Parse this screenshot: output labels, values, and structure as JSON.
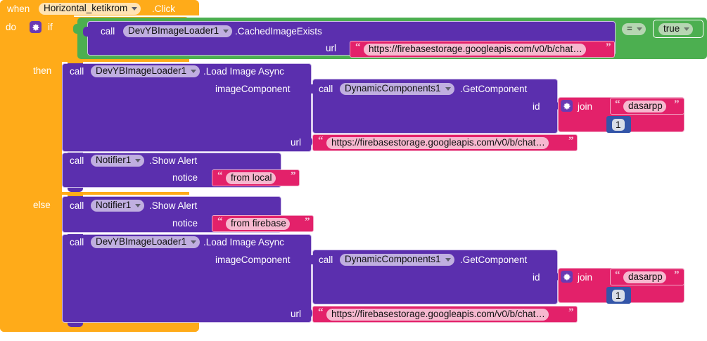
{
  "editor": {
    "kind": "mit-app-inventor-blocks",
    "background": "#ffffff"
  },
  "palette": {
    "event_block": "#ffab19",
    "event_block_dark": "#f59500",
    "control_block": "#ffab19",
    "logic_block": "#4caf50",
    "logic_block_dark": "#3f9e44",
    "method_block": "#5b2fae",
    "method_block_dark": "#4b2596",
    "text_block": "#e3216a",
    "text_block_dark": "#c61b5b",
    "math_block": "#3355a8",
    "field_white": "#ffffffa0",
    "field_text_pink": "#f6b8cf",
    "field_green": "#b6d6b2",
    "field_event": "#ffe3b4",
    "field_number": "#d8dde8",
    "gear_purple": "#6a3ab2"
  },
  "event": {
    "when": "when",
    "component": "Horizontal_ketikrom",
    "method": ".Click",
    "do": "do"
  },
  "control_if": {
    "if_label": "if",
    "then_label": "then",
    "else_label": "else",
    "gear_icon": "gear-icon"
  },
  "condition": {
    "operator": "=",
    "right_value": "true",
    "call_label": "call",
    "component": "DevYBImageLoader1",
    "method": ".CachedImageExists",
    "arg_url_label": "url",
    "arg_url_value": "https://firebasestorage.googleapis.com/v0/b/chat…"
  },
  "then_branch": {
    "load_image": {
      "call_label": "call",
      "component": "DevYBImageLoader1",
      "method": ".Load Image Async",
      "arg_image_label": "imageComponent",
      "arg_url_label": "url",
      "arg_url_value": "https://firebasestorage.googleapis.com/v0/b/chat…"
    },
    "get_component": {
      "call_label": "call",
      "component": "DynamicComponents1",
      "method": ".GetComponent",
      "arg_id_label": "id"
    },
    "join": {
      "label": "join",
      "gear_icon": "gear-icon",
      "text_value": "dasarpp",
      "number_value": "1"
    },
    "notifier": {
      "call_label": "call",
      "component": "Notifier1",
      "method": ".Show Alert",
      "arg_notice_label": "notice",
      "arg_notice_value": "from local"
    }
  },
  "else_branch": {
    "notifier": {
      "call_label": "call",
      "component": "Notifier1",
      "method": ".Show Alert",
      "arg_notice_label": "notice",
      "arg_notice_value": "from firebase"
    },
    "load_image": {
      "call_label": "call",
      "component": "DevYBImageLoader1",
      "method": ".Load Image Async",
      "arg_image_label": "imageComponent",
      "arg_url_label": "url",
      "arg_url_value": "https://firebasestorage.googleapis.com/v0/b/chat…"
    },
    "get_component": {
      "call_label": "call",
      "component": "DynamicComponents1",
      "method": ".GetComponent",
      "arg_id_label": "id"
    },
    "join": {
      "label": "join",
      "gear_icon": "gear-icon",
      "text_value": "dasarpp",
      "number_value": "1"
    }
  },
  "quotes": {
    "open": "“",
    "close": "”"
  }
}
